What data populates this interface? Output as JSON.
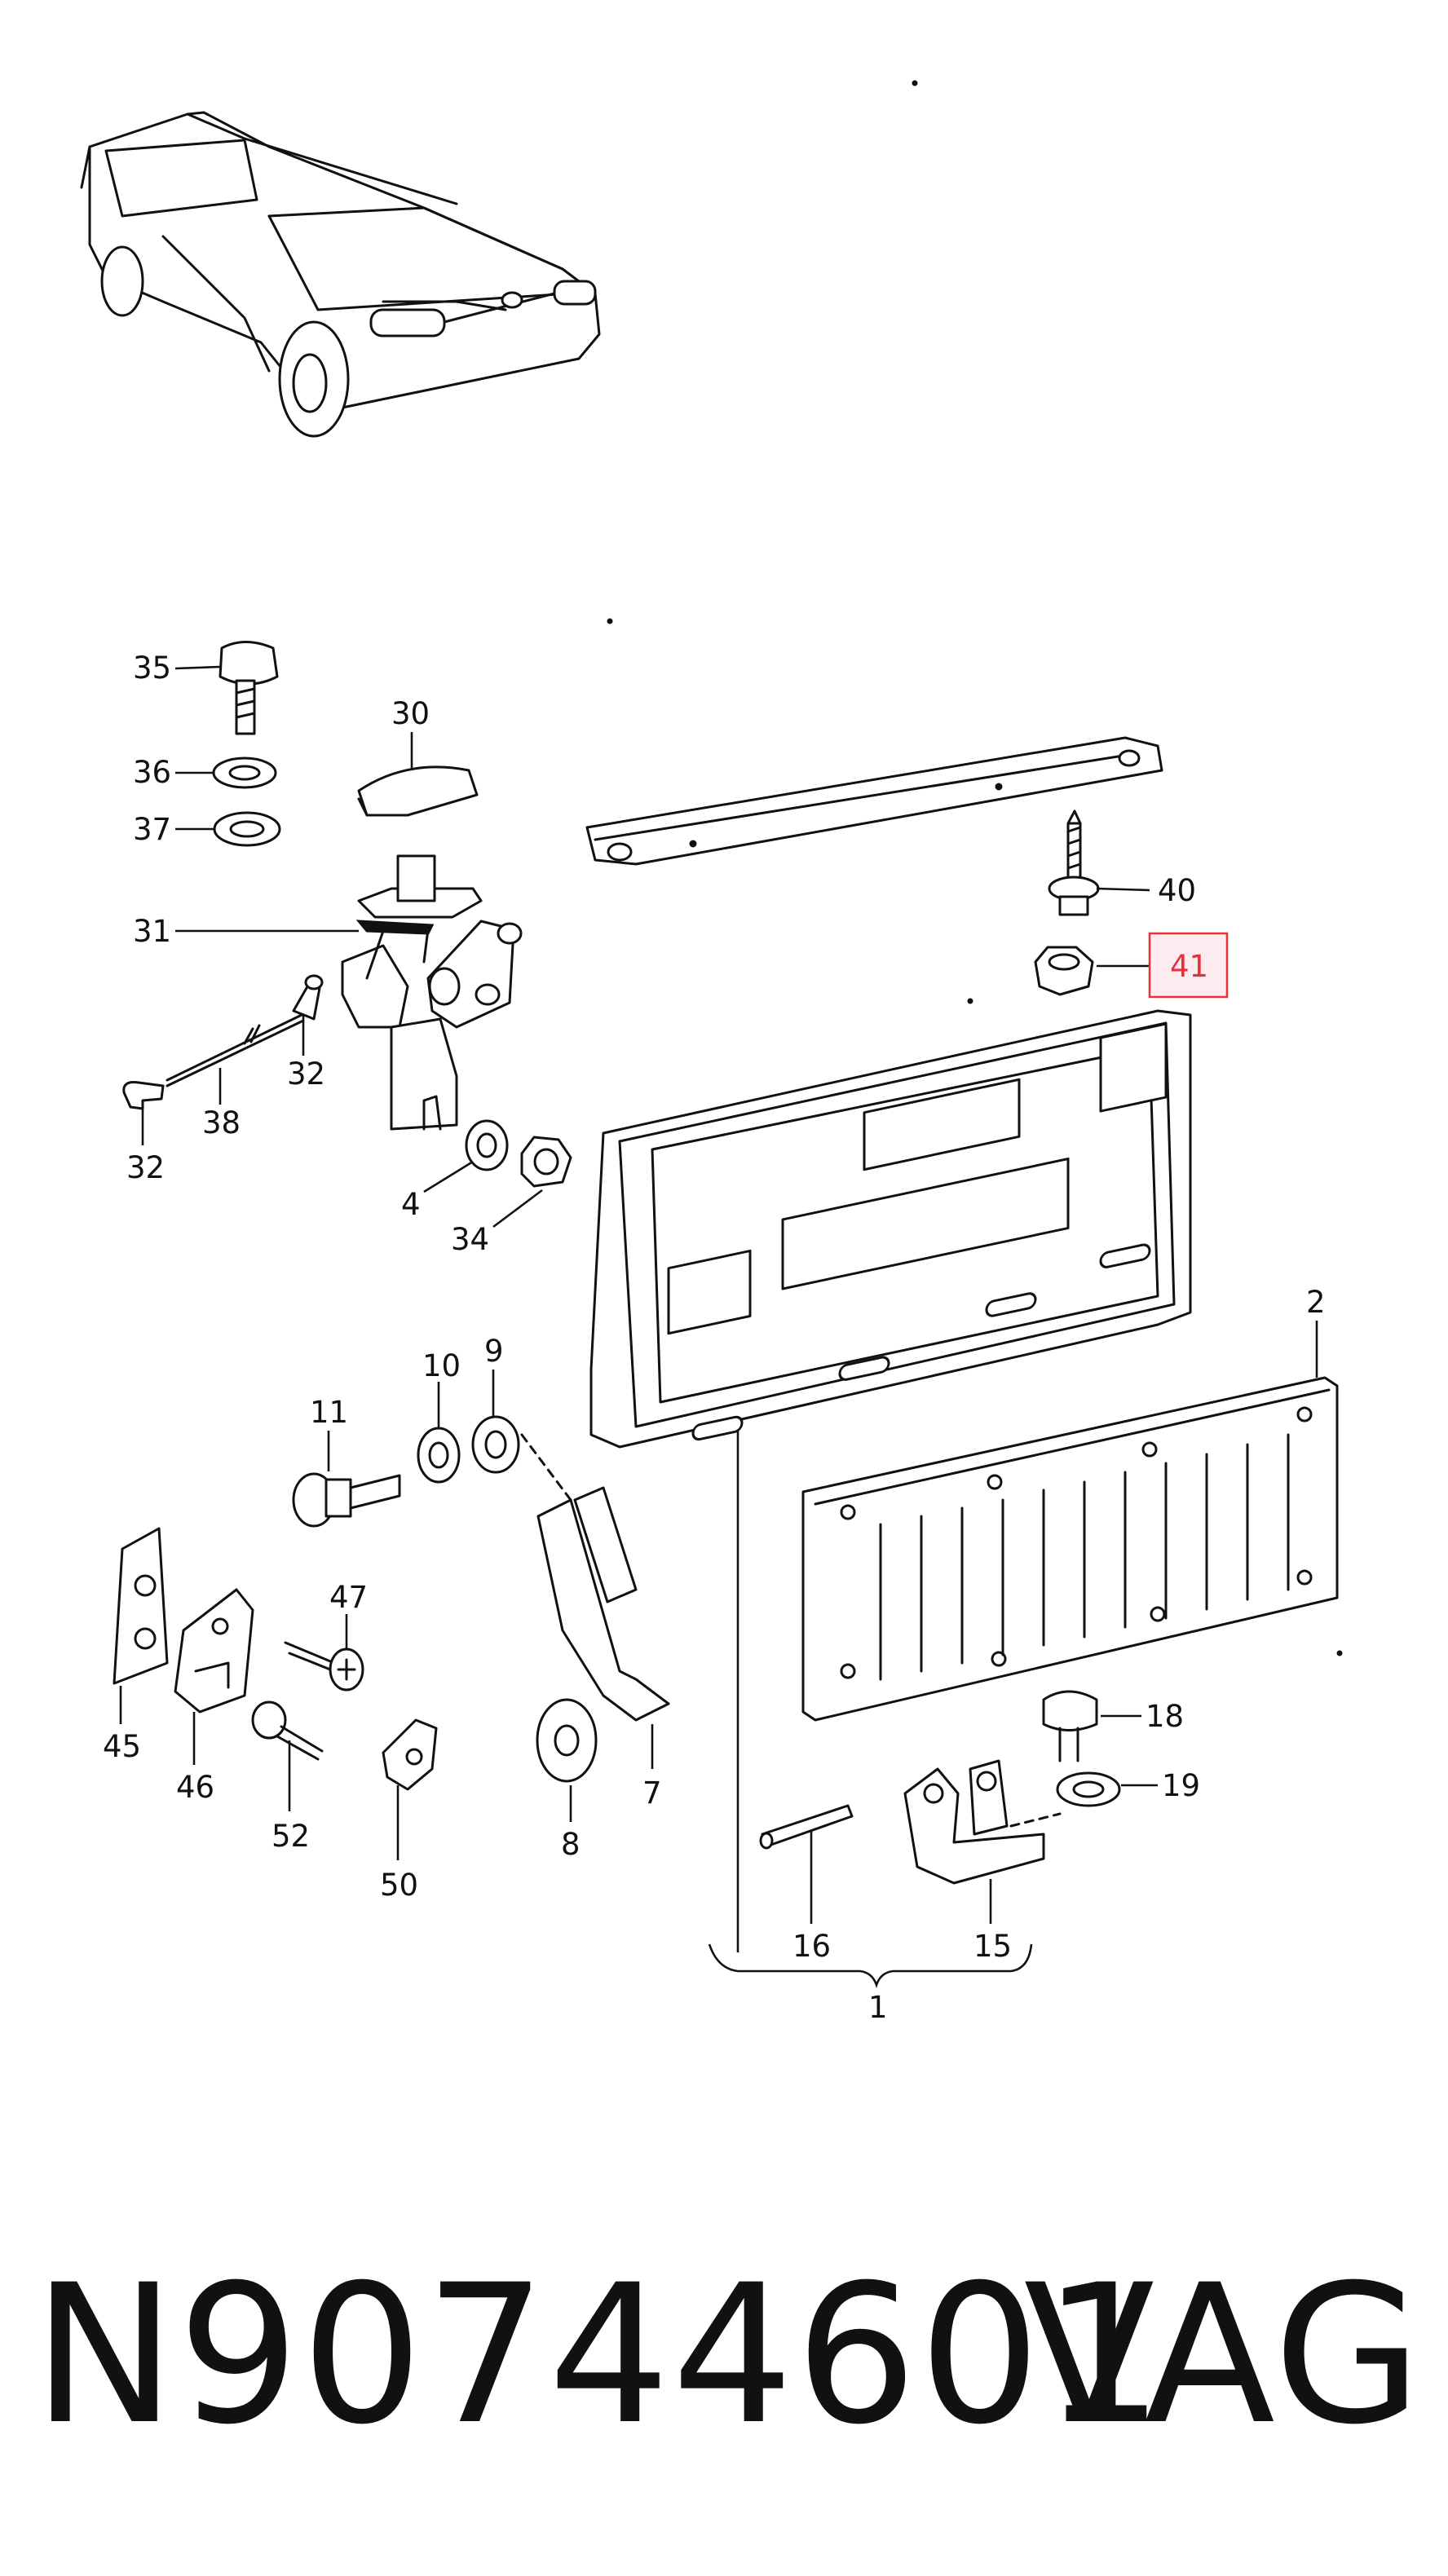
{
  "callouts": {
    "c1": "1",
    "c2": "2",
    "c4": "4",
    "c7": "7",
    "c8": "8",
    "c9": "9",
    "c10": "10",
    "c11": "11",
    "c15": "15",
    "c16": "16",
    "c18": "18",
    "c19": "19",
    "c30": "30",
    "c31": "31",
    "c32a": "32",
    "c32b": "32",
    "c34": "34",
    "c35": "35",
    "c36": "36",
    "c37": "37",
    "c38": "38",
    "c40": "40",
    "c41": "41",
    "c45": "45",
    "c46": "46",
    "c47": "47",
    "c50": "50",
    "c52": "52"
  },
  "highlight": {
    "label": "41",
    "color": "#e8303a"
  },
  "footer": {
    "part_number": "N90744601",
    "brand": "VAG"
  }
}
